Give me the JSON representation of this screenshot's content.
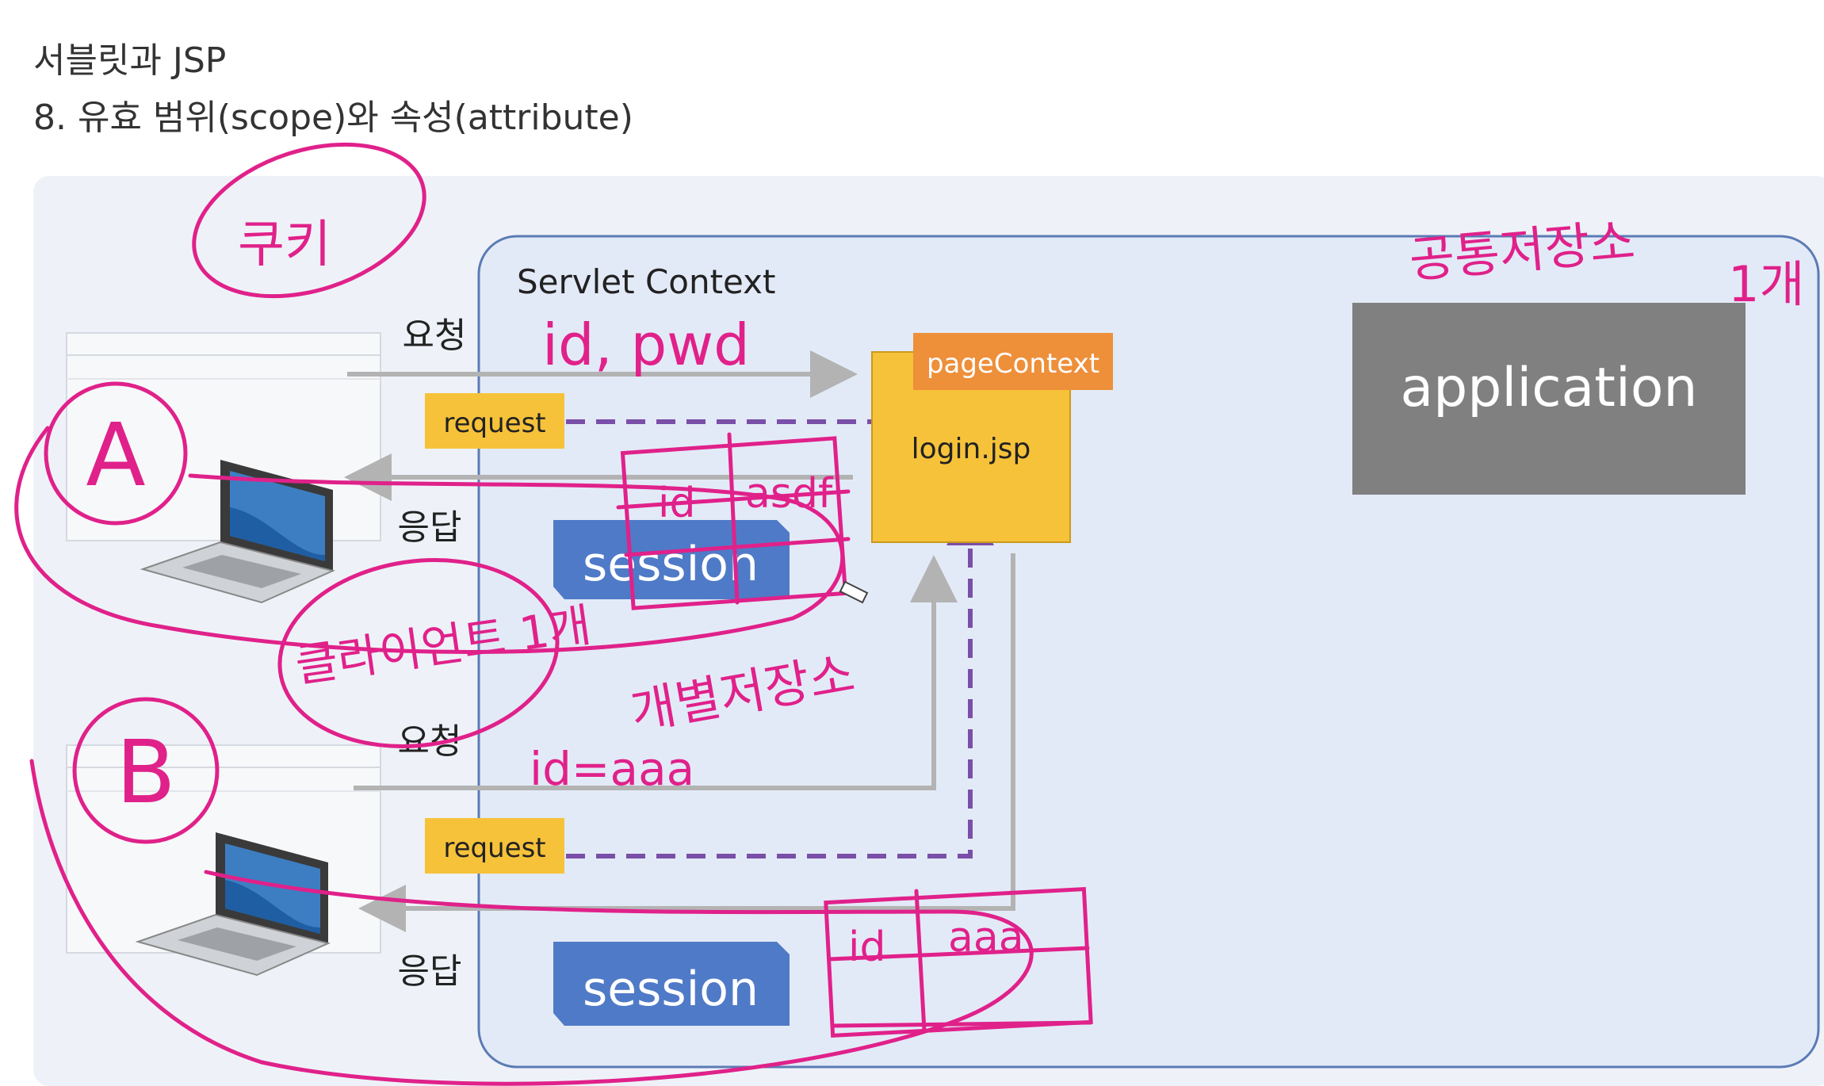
{
  "header": {
    "line1": "서블릿과 JSP",
    "line2": "8. 유효 범위(scope)와 속성(attribute)"
  },
  "diagram": {
    "servlet_context_label": "Servlet Context",
    "application_label": "application",
    "pagecontext_label": "pageContext",
    "jsp_label": "login.jsp",
    "request_labels": [
      "request",
      "request"
    ],
    "session_labels": [
      "session",
      "session"
    ],
    "client_a": {
      "request_label": "요청",
      "response_label": "응답"
    },
    "client_b": {
      "request_label": "요청",
      "response_label": "응답"
    },
    "handwriting": {
      "cookie": "쿠키",
      "shared_storage": "공통저장소",
      "one_count": "1개",
      "id_pwd": "id, pwd",
      "client_a_mark": "A",
      "client_b_mark": "B",
      "client_one": "클라이언트 1개",
      "individual_storage": "개별저장소",
      "id_aaa": "id=aaa",
      "table_a": [
        "id",
        "asdf"
      ],
      "table_b": [
        "id",
        "aaa"
      ]
    },
    "colors": {
      "panel_bg": "#eef2f8",
      "context_bg": "#e3eaf7",
      "context_border": "#5b7bb5",
      "application_bg": "#808080",
      "jsp_bg": "#f6c23a",
      "pagecontext_bg": "#ee8f3a",
      "request_bg": "#f6c23a",
      "session_bg": "#4f7ac7",
      "arrow_gray": "#b3b3b3",
      "dashed_purple": "#7a4fa8",
      "ink": "#e0218a"
    }
  }
}
